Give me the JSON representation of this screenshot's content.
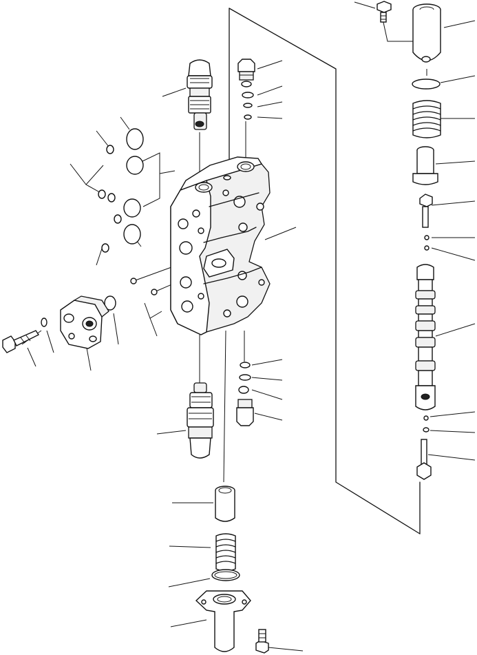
{
  "diagram": {
    "kind": "exploded-parts-view",
    "line_color": "#111111",
    "background": "#ffffff",
    "parts": [
      "valve-body",
      "relief-valve-upper",
      "relief-valve-lower",
      "plug-upper",
      "plug-lower",
      "flange-block",
      "flange-bolt",
      "spool",
      "spool-cap",
      "spool-retainer-bolt",
      "spring-upper",
      "spring-seat-upper",
      "check-valve-cover",
      "cover-bolt",
      "check-spring",
      "check-poppet",
      "o-rings"
    ]
  }
}
